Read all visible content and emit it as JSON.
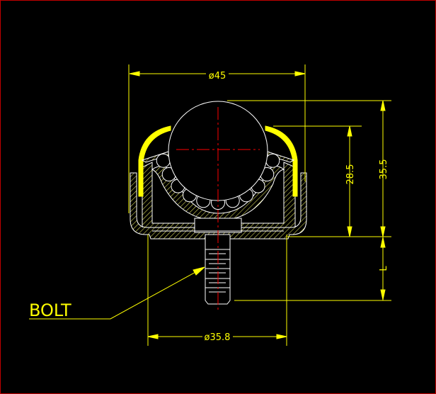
{
  "drawing": {
    "title": "Ball transfer unit with bolt",
    "dimensions": {
      "top_diameter": "ø45",
      "base_diameter": "ø35.8",
      "ball_height": "28.5",
      "total_height": "35.5",
      "bolt_length": "L"
    },
    "callout": "BOLT"
  },
  "colors": {
    "dim": "#ffff00",
    "outline": "#ffffff",
    "center": "#ff0000",
    "border": "#c00000"
  }
}
